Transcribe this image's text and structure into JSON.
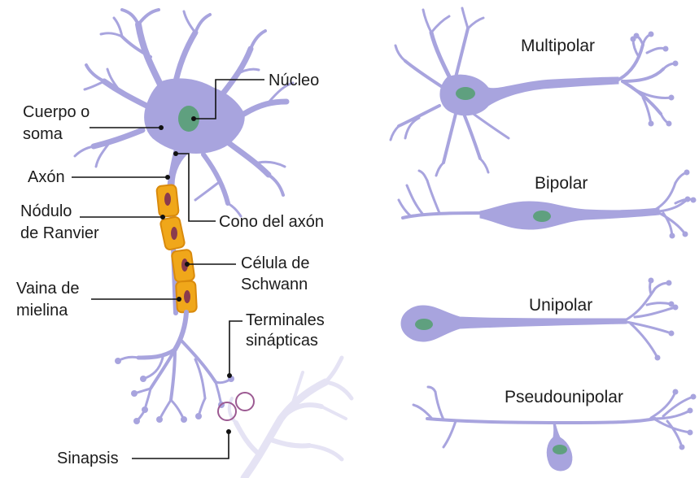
{
  "colors": {
    "neuron": "#a8a4de",
    "nucleus": "#5fa07f",
    "myelin": "#f0a71a",
    "myelin_edge": "#d98a0c",
    "schwann_nucleus": "#8a3b4d",
    "synapse_ring": "#9c5a92",
    "next_neuron": "#e5e3f4"
  },
  "labels": {
    "nucleo": "Núcleo",
    "cuerpo_1": "Cuerpo o",
    "cuerpo_2": "soma",
    "axon": "Axón",
    "nodulo_1": "Nódulo",
    "nodulo_2": "de Ranvier",
    "cono": "Cono del axón",
    "celula_1": "Célula de",
    "celula_2": "Schwann",
    "vaina_1": "Vaina de",
    "vaina_2": "mielina",
    "terminales_1": "Terminales",
    "terminales_2": "sinápticas",
    "sinapsis": "Sinapsis"
  },
  "types": {
    "multipolar": "Multipolar",
    "bipolar": "Bipolar",
    "unipolar": "Unipolar",
    "pseudounipolar": "Pseudounipolar"
  }
}
